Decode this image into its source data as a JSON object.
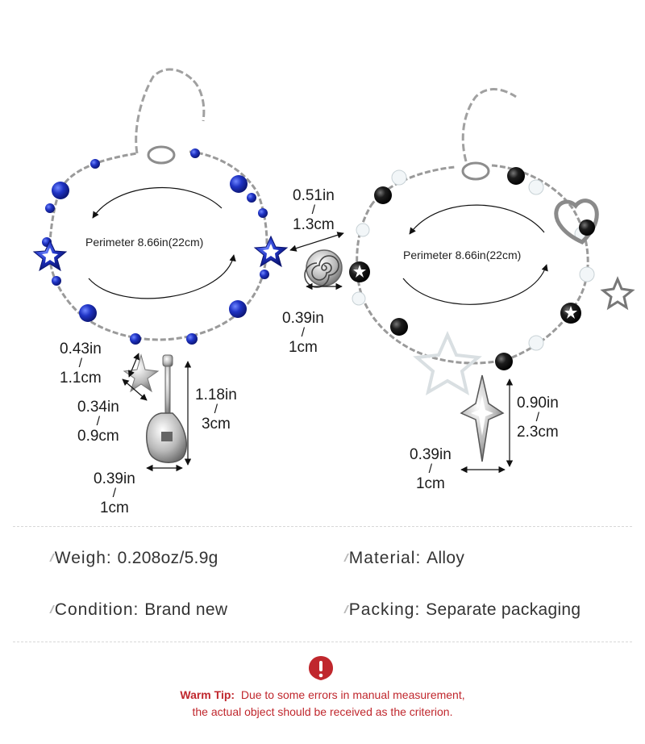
{
  "left_bracelet": {
    "perimeter": "Perimeter 8.66in(22cm)",
    "dims": [
      {
        "in": "0.43in",
        "cm": "1.1cm"
      },
      {
        "in": "0.34in",
        "cm": "0.9cm"
      },
      {
        "in": "1.18in",
        "cm": "3cm"
      },
      {
        "in": "0.39in",
        "cm": "1cm"
      }
    ]
  },
  "right_bracelet": {
    "perimeter": "Perimeter 8.66in(22cm)",
    "dims": [
      {
        "in": "0.51in",
        "cm": "1.3cm"
      },
      {
        "in": "0.39in",
        "cm": "1cm"
      },
      {
        "in": "0.90in",
        "cm": "2.3cm"
      },
      {
        "in": "0.39in",
        "cm": "1cm"
      }
    ]
  },
  "specs": {
    "weigh_label": "Weigh:",
    "weigh_value": "0.208oz/5.9g",
    "material_label": "Material:",
    "material_value": "Alloy",
    "condition_label": "Condition:",
    "condition_value": "Brand new",
    "packing_label": "Packing:",
    "packing_value": "Separate packaging"
  },
  "warm_tip": {
    "label": "Warm Tip:",
    "line1": "Due to some errors in manual measurement,",
    "line2": "the actual object should be received as the criterion."
  },
  "colors": {
    "blue_bead": "#1a2fb8",
    "black_bead": "#141414",
    "warning_red": "#c0272d"
  }
}
